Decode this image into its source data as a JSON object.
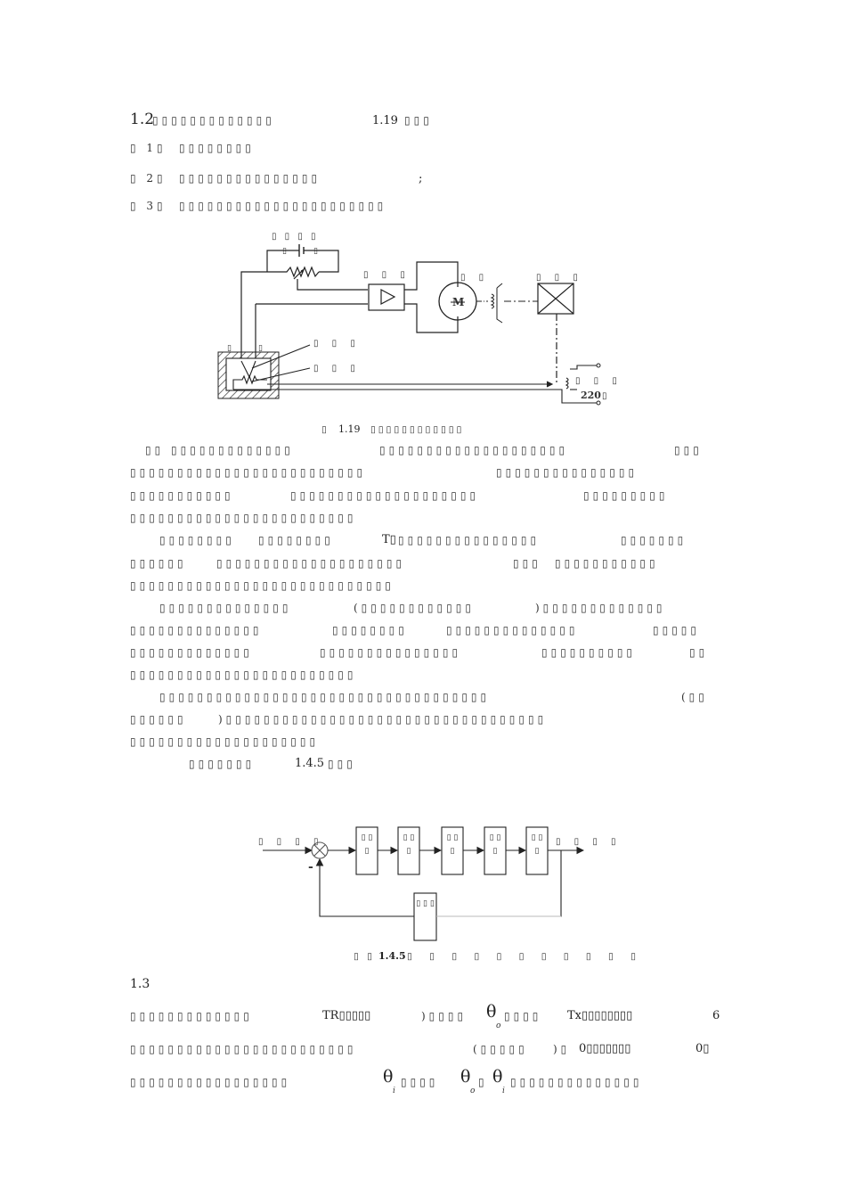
{
  "section_12": {
    "number": "1.2",
    "line1_a": "▯▯▯▯▯▯▯▯▯▯▯▯▯",
    "figref": "1.19",
    "line1_b": "▯▯▯",
    "item1_marker": "▯ 1▯",
    "item1_text": "▯▯▯▯▯▯▯▯",
    "item2_marker": "▯ 2▯",
    "item2_text": "▯▯▯▯▯▯▯▯▯▯▯▯▯▯▯",
    "item2_end": ";",
    "item3_marker": "▯ 3▯",
    "item3_text": "▯▯▯▯▯▯▯▯▯▯▯▯▯▯▯▯▯▯▯▯▯▯"
  },
  "figure_119": {
    "label_battery": "▯ ▯ ▯ ▯",
    "label_battery_sub_left": "▯",
    "label_battery_sub_right": "▯",
    "label_amplifier": "▯ ▯ ▯",
    "label_motor": "▯ ▯",
    "motor_symbol": "M",
    "label_reducer": "▯ ▯ ▯",
    "label_thermo_left": "▯",
    "label_thermo_right": "▯",
    "label_sensor_1": "▯ ▯ ▯",
    "label_sensor_2": "▯ ▯ ▯",
    "label_supply": "▯ ▯ ▯",
    "supply_voltage": "220",
    "supply_unit": "▯",
    "caption_prefix": "▯",
    "caption_num": "1.19",
    "caption_text": "▯▯▯▯▯▯▯▯▯▯▯▯"
  },
  "answer": {
    "p1_l1_a": "▯▯ ▯▯▯▯▯▯▯▯▯▯▯▯▯",
    "p1_l1_b": "▯▯▯▯▯▯▯▯▯▯▯▯▯▯▯▯▯▯▯▯",
    "p1_l1_c": "▯▯▯",
    "p1_l2_a": "▯▯▯▯▯▯▯▯▯▯▯▯▯▯▯▯▯▯▯▯▯▯▯▯▯",
    "p1_l2_b": "▯▯▯▯▯▯▯▯▯▯▯▯▯▯▯",
    "p1_l3_a": "▯▯▯▯▯▯▯▯▯▯▯",
    "p1_l3_b": "▯▯▯▯▯▯▯▯▯▯▯▯▯▯▯▯▯▯▯▯",
    "p1_l3_c": "▯▯▯▯▯▯▯▯▯",
    "p1_l4": "▯▯▯▯▯▯▯▯▯▯▯▯▯▯▯▯▯▯▯▯▯▯▯▯",
    "p2_l1_a": "▯▯▯▯▯▯▯▯",
    "p2_l1_b": "▯▯▯▯▯▯▯▯",
    "p2_l1_c": "T▯",
    "p2_l1_d": "▯▯▯▯▯▯▯▯▯▯▯▯▯▯▯",
    "p2_l1_e": "▯▯▯▯▯▯▯",
    "p2_l2_a": "▯▯▯▯▯▯",
    "p2_l2_b": "▯▯▯▯▯▯▯▯▯▯▯▯▯▯▯▯▯▯▯▯",
    "p2_l2_c": "▯▯▯",
    "p2_l2_d": "▯▯▯▯▯▯▯▯▯▯▯",
    "p2_l3": "▯▯▯▯▯▯▯▯▯▯▯▯▯▯▯▯▯▯▯▯▯▯▯▯▯▯▯▯",
    "p3_l1_a": "▯▯▯▯▯▯▯▯▯▯▯▯▯▯",
    "p3_l1_b": "(▯▯▯▯▯▯▯▯▯▯▯▯",
    "p3_l1_c": ")▯▯▯▯▯▯▯▯▯▯▯▯▯",
    "p3_l2_a": "▯▯▯▯▯▯▯▯▯▯▯▯▯▯",
    "p3_l2_b": "▯▯▯▯▯▯▯▯",
    "p3_l2_c": "▯▯▯▯▯▯▯▯▯▯▯▯▯▯",
    "p3_l2_d": "▯▯▯▯▯",
    "p3_l3_a": "▯▯▯▯▯▯▯▯▯▯▯▯▯",
    "p3_l3_b": "▯▯▯▯▯▯▯▯▯▯▯▯▯▯▯",
    "p3_l3_c": "▯▯▯▯▯▯▯▯▯▯",
    "p3_l3_d": "▯▯",
    "p3_l4": "▯▯▯▯▯▯▯▯▯▯▯▯▯▯▯▯▯▯▯▯▯▯▯▯",
    "p4_l1_a": "▯▯▯▯▯▯▯▯▯▯▯▯▯▯▯▯▯▯▯▯▯▯▯▯▯▯▯▯▯▯▯▯▯▯▯",
    "p4_l1_b": "(▯▯",
    "p4_l2_a": "▯▯▯▯▯▯",
    "p4_l2_b": ")▯▯▯▯▯▯▯▯▯▯▯▯▯▯▯▯▯▯▯▯▯▯▯▯▯▯▯▯▯▯▯▯▯▯",
    "p4_l3": "▯▯▯▯▯▯▯▯▯▯▯▯▯▯▯▯▯▯▯▯",
    "p5_a": "▯▯▯▯▯▯▯",
    "p5_num": "1.4.5",
    "p5_b": "▯▯▯"
  },
  "figure_145": {
    "input_label": "▯ ▯ ▯ ▯",
    "output_label": "▯ ▯ ▯ ▯",
    "minus": "-",
    "blocks": [
      "▯ ▯ ▯",
      "▯ ▯ ▯",
      "▯ ▯ ▯",
      "▯ ▯ ▯",
      "▯ ▯ ▯"
    ],
    "feedback_block": "▯ ▯ ▯",
    "caption_prefix": "▯ ▯",
    "caption_num": "1.4.5",
    "caption_text": "▯ ▯ ▯ ▯ ▯ ▯ ▯ ▯ ▯ ▯ ▯"
  },
  "section_13": {
    "number": "1.3",
    "l1_a": "▯▯▯▯▯▯▯▯▯▯▯▯▯",
    "l1_tr": "TR▯▯▯▯▯",
    "l1_paren": ")▯▯▯▯",
    "l1_theta": "θ",
    "l1_theta_sub": "o",
    "l1_after": "▯▯▯▯",
    "l1_tx": "Tx▯▯▯▯▯▯▯▯",
    "l1_six": "6",
    "l2_a": "▯▯▯▯▯▯▯▯▯▯▯▯▯▯▯▯▯▯▯▯▯▯▯▯",
    "l2_b": "(▯▯▯▯▯",
    "l2_c": ")▯",
    "l2_d": "0▯▯▯▯▯▯▯",
    "l2_e": "0▯",
    "l3_a": "▯▯▯▯▯▯▯▯▯▯▯▯▯▯▯▯▯",
    "l3_theta_i": "θ",
    "l3_sub_i": "i",
    "l3_mid": "▯▯▯▯",
    "l3_theta_o": "θ",
    "l3_sub_o": "o",
    "l3_sep": "▯",
    "l3_theta_i2": "θ",
    "l3_sub_i2": "i",
    "l3_end": "▯▯▯▯▯▯▯▯▯▯▯▯▯▯"
  }
}
